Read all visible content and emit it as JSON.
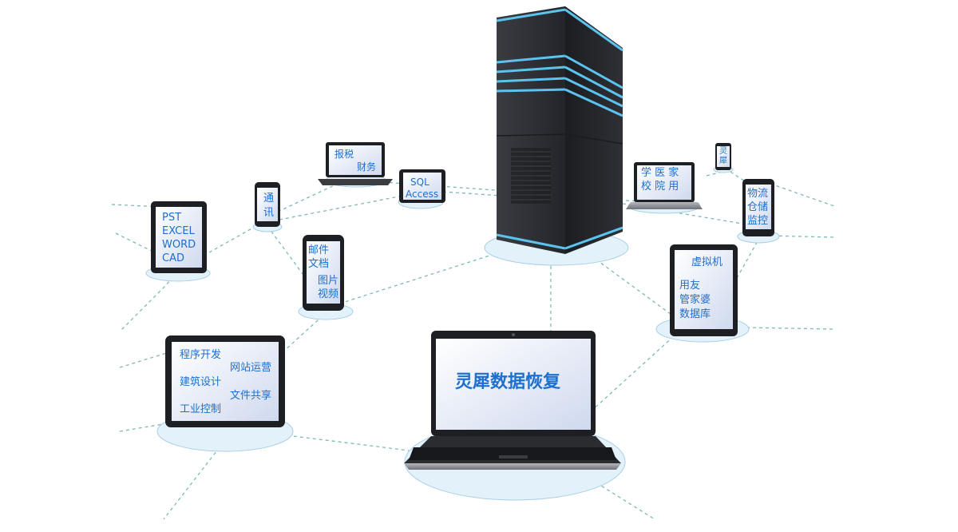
{
  "nodes": {
    "pst_tablet": {
      "lines": [
        "PST",
        "EXCEL",
        "WORD",
        "CAD"
      ]
    },
    "comm_phone": {
      "lines": [
        "通",
        "讯"
      ]
    },
    "tax_laptop": {
      "lines": [
        "报税",
        "财务"
      ]
    },
    "sql_tablet": {
      "lines": [
        "SQL",
        "Access"
      ]
    },
    "mail_phone": {
      "lines": [
        "邮件",
        "文档",
        "图片",
        "视频"
      ]
    },
    "dev_tablet": {
      "lines": [
        "程序开发",
        "网站运营",
        "建筑设计",
        "文件共享",
        "工业控制"
      ]
    },
    "main_laptop": {
      "title": "灵犀数据恢复"
    },
    "edu_laptop": {
      "lines": [
        "学 医 家",
        "校 院 用"
      ]
    },
    "small_phone": {
      "lines": [
        "灵",
        "犀"
      ]
    },
    "logistics_phone": {
      "lines": [
        "物流",
        "仓储",
        "监控"
      ]
    },
    "vm_tablet": {
      "lines": [
        "虚拟机",
        "用友",
        "管家婆",
        "数据库"
      ]
    }
  },
  "colors": {
    "label_blue": "#1d6fd0",
    "dashed_line": "#7fb9b4",
    "ellipse_fill": "#e3f1fb",
    "ellipse_stroke": "#a9cfe6",
    "server_body": "#2b2d31",
    "server_stripe": "#5cc3ef"
  }
}
